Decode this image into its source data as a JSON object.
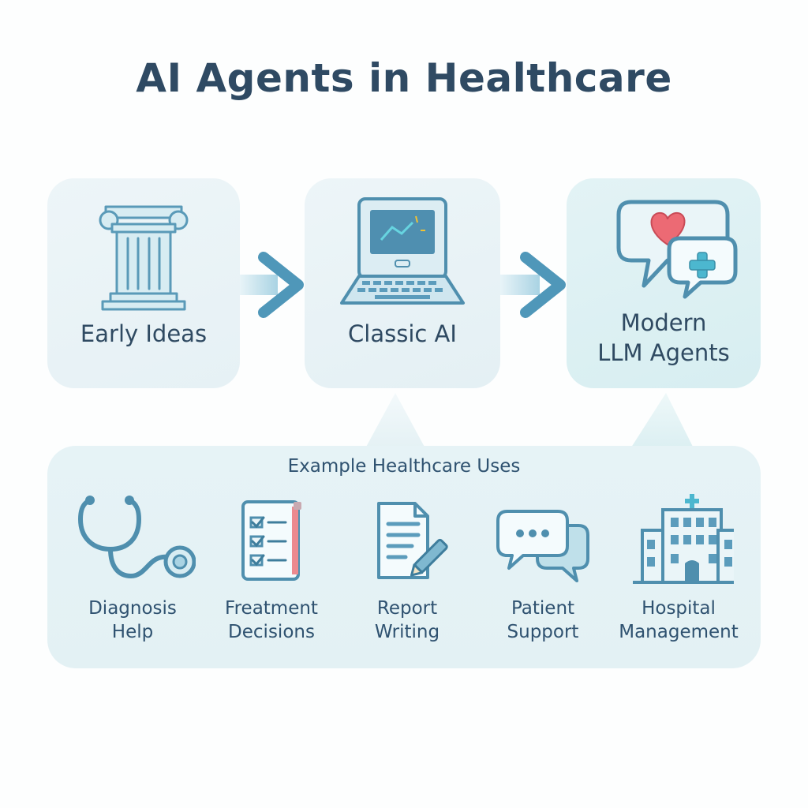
{
  "title": "AI Agents in Healthcare",
  "stages": [
    {
      "line1": "Early Ideas",
      "icon": "column-icon"
    },
    {
      "line1": "Classic AI",
      "icon": "laptop-icon"
    },
    {
      "line1": "Modern",
      "line2": "LLM Agents",
      "icon": "chat-bubbles-icon"
    }
  ],
  "uses": {
    "heading": "Example Healthcare Uses",
    "items": [
      {
        "line1": "Diagnosis",
        "line2": "Help",
        "icon": "stethoscope-icon"
      },
      {
        "line1": "Freatment",
        "line2": "Decisions",
        "icon": "checklist-icon"
      },
      {
        "line1": "Report",
        "line2": "Writing",
        "icon": "document-pen-icon"
      },
      {
        "line1": "Patient",
        "line2": "Support",
        "icon": "chat-icon"
      },
      {
        "line1": "Hospital",
        "line2": "Management",
        "icon": "hospital-icon"
      }
    ]
  },
  "colors": {
    "title": "#2f4a63",
    "icon_stroke": "#4d8fae",
    "icon_fill": "#cfe7ef",
    "heart": "#ec6a74",
    "accent": "#4cb7cf"
  }
}
